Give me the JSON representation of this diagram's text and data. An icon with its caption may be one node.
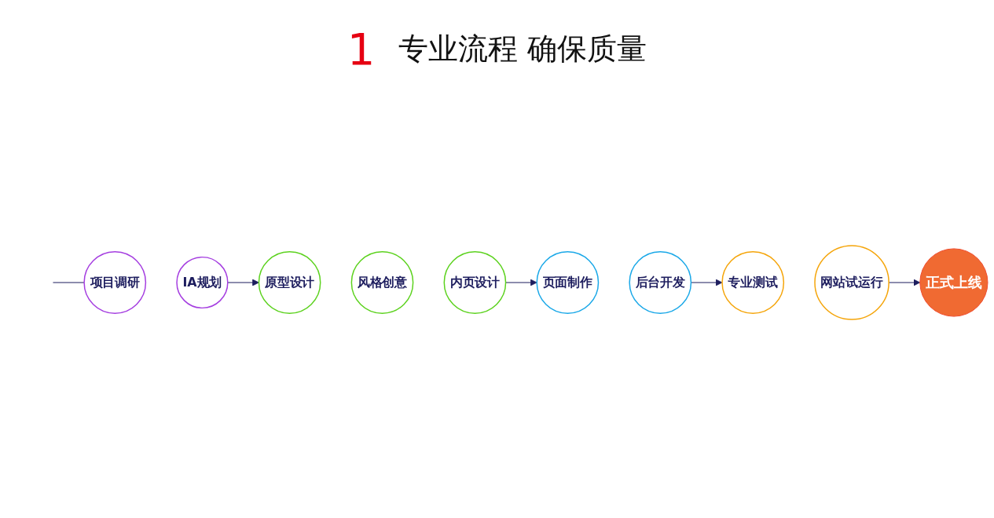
{
  "diagram": {
    "title": "专业流程 确保质量",
    "nodes": [
      {
        "text": [
          "项目调研"
        ]
      },
      {
        "text": [
          "IA规划"
        ]
      },
      {
        "text": [
          "原型设计"
        ]
      },
      {
        "text": [
          "风格创意"
        ]
      },
      {
        "text": [
          "内页设计"
        ]
      },
      {
        "text": [
          "页面制作"
        ]
      },
      {
        "text": [
          "后台开发"
        ]
      },
      {
        "text": [
          "专业测试"
        ]
      },
      {
        "text": [
          "网站试运行"
        ]
      },
      {
        "text": [
          "正式上线"
        ]
      }
    ],
    "edges": [
      {
        "from": null,
        "to": 0,
        "arrow": "none"
      },
      {
        "from": 1,
        "to": 2,
        "arrow": "to"
      },
      {
        "from": 4,
        "to": 5,
        "arrow": "to"
      },
      {
        "from": 6,
        "to": 7,
        "arrow": "to"
      },
      {
        "from": 8,
        "to": 9,
        "arrow": "to"
      }
    ],
    "labels": [
      "1"
    ]
  }
}
